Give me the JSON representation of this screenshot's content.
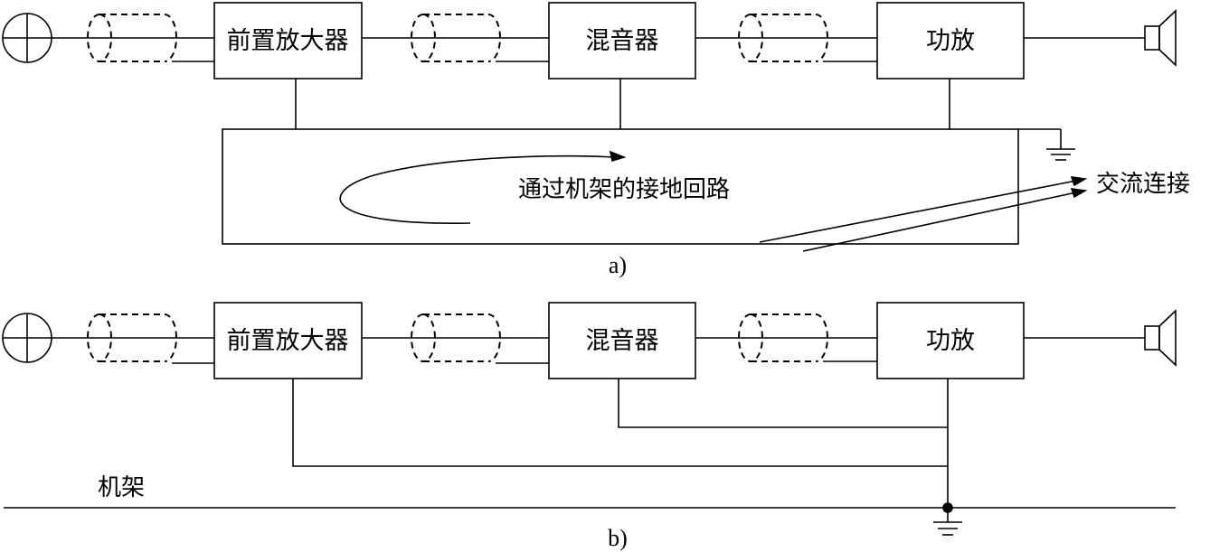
{
  "diagram_a": {
    "caption": "a)",
    "blocks": {
      "preamp": "前置放大器",
      "mixer": "混音器",
      "power_amp": "功放"
    },
    "loop_label": "通过机架的接地回路",
    "ac_label": "交流连接"
  },
  "diagram_b": {
    "caption": "b)",
    "blocks": {
      "preamp": "前置放大器",
      "mixer": "混音器",
      "power_amp": "功放"
    },
    "rack_label": "机架"
  },
  "colors": {
    "stroke": "#000000",
    "background": "#ffffff"
  }
}
